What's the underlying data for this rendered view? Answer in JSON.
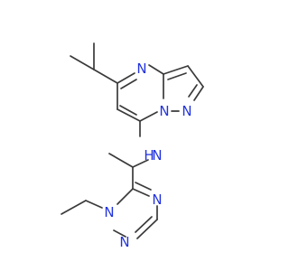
{
  "molecule": {
    "atoms": {
      "n_pyrimidine_top": {
        "symbol": "N",
        "color": "#2233dd"
      },
      "n_bridgehead": {
        "symbol": "N",
        "color": "#2233dd"
      },
      "n_pyrazole": {
        "symbol": "N",
        "color": "#2233dd"
      },
      "nh_amine": {
        "symbol": "N",
        "color": "#2233dd"
      },
      "h_amine": {
        "symbol": "H",
        "color": "#2233dd"
      },
      "n_triazole_1": {
        "symbol": "N",
        "color": "#2233dd"
      },
      "n_triazole_2": {
        "symbol": "N",
        "color": "#2233dd"
      },
      "n_triazole_4": {
        "symbol": "N",
        "color": "#2233dd"
      }
    },
    "colors": {
      "bond": "#3a3a3a",
      "heteroatom": "#2233dd"
    }
  }
}
